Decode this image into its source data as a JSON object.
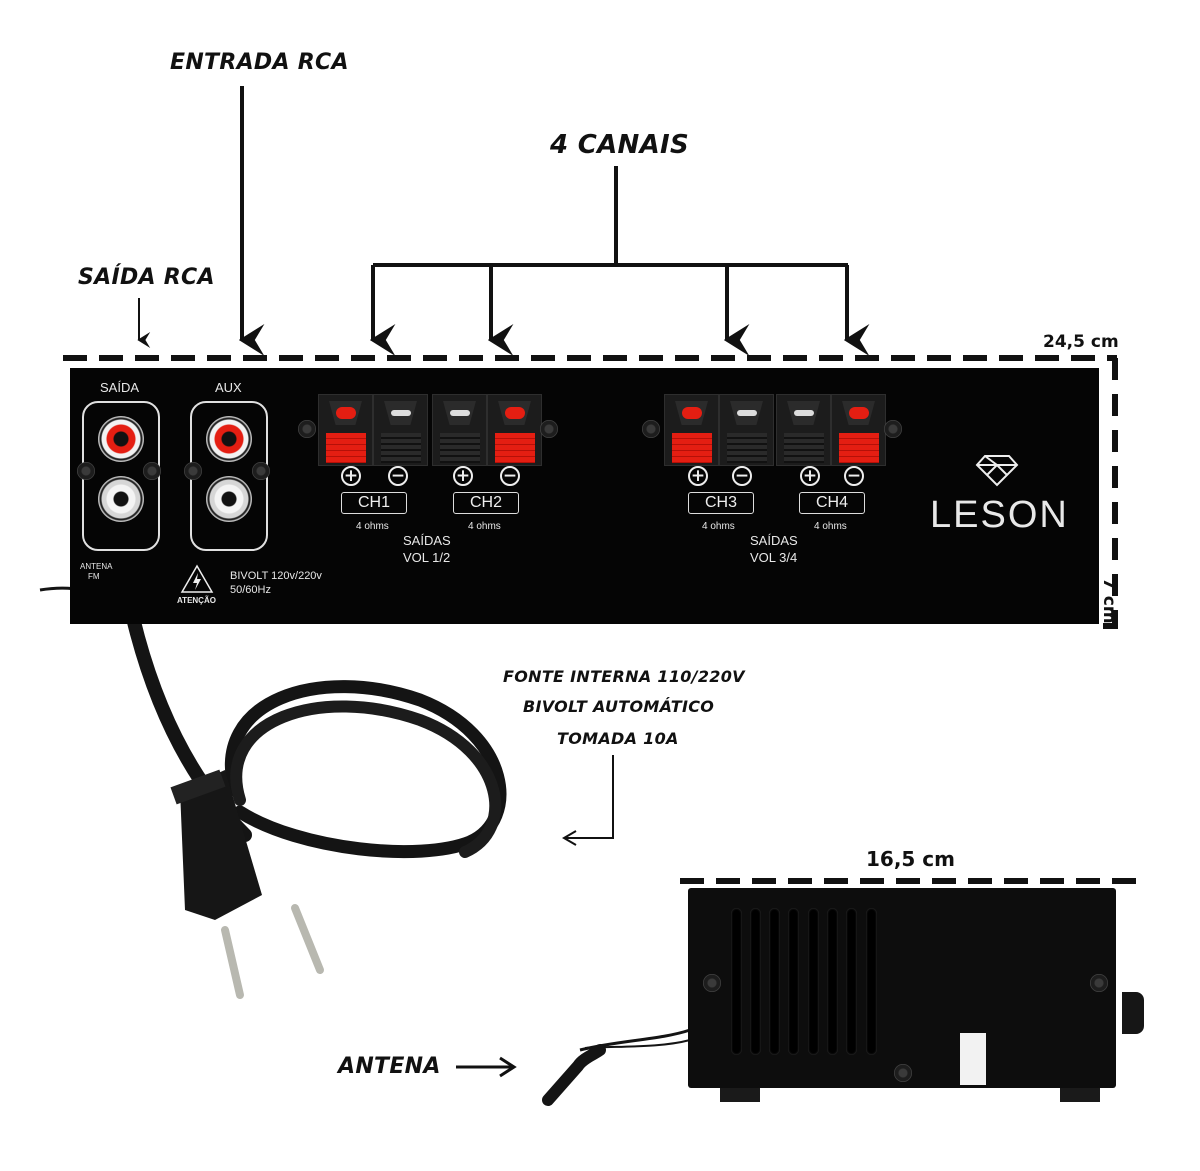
{
  "callouts": {
    "entrada_rca": "ENTRADA RCA",
    "saida_rca": "SAÍDA RCA",
    "quatro_canais": "4 CANAIS",
    "fonte_line1": "FONTE INTERNA 110/220V",
    "fonte_line2": "BIVOLT AUTOMÁTICO",
    "fonte_line3": "TOMADA 10A",
    "antena": "ANTENA"
  },
  "dimensions": {
    "width_rear": "24,5 cm",
    "height_rear": "7 cm",
    "depth_side": "16,5 cm"
  },
  "panel": {
    "saida_label": "SAÍDA",
    "aux_label": "AUX",
    "antena_fm_line1": "ANTENA",
    "antena_fm_line2": "FM",
    "warning_label": "ATENÇÃO",
    "bivolt_line1": "BIVOLT 120v/220v",
    "bivolt_line2": "50/60Hz",
    "plus_symbol": "+",
    "minus_symbol": "−",
    "channels": [
      {
        "label": "CH1",
        "impedance": "4 ohms"
      },
      {
        "label": "CH2",
        "impedance": "4 ohms"
      },
      {
        "label": "CH3",
        "impedance": "4 ohms"
      },
      {
        "label": "CH4",
        "impedance": "4 ohms"
      }
    ],
    "group_a_line1": "SAÍDAS",
    "group_a_line2": "VOL 1/2",
    "group_b_line1": "SAÍDAS",
    "group_b_line2": "VOL 3/4",
    "brand": "LESON"
  },
  "colors": {
    "panel": "#050505",
    "terminal_red": "#e41e12",
    "text_light": "#e8e8e8",
    "annotation": "#111111"
  }
}
